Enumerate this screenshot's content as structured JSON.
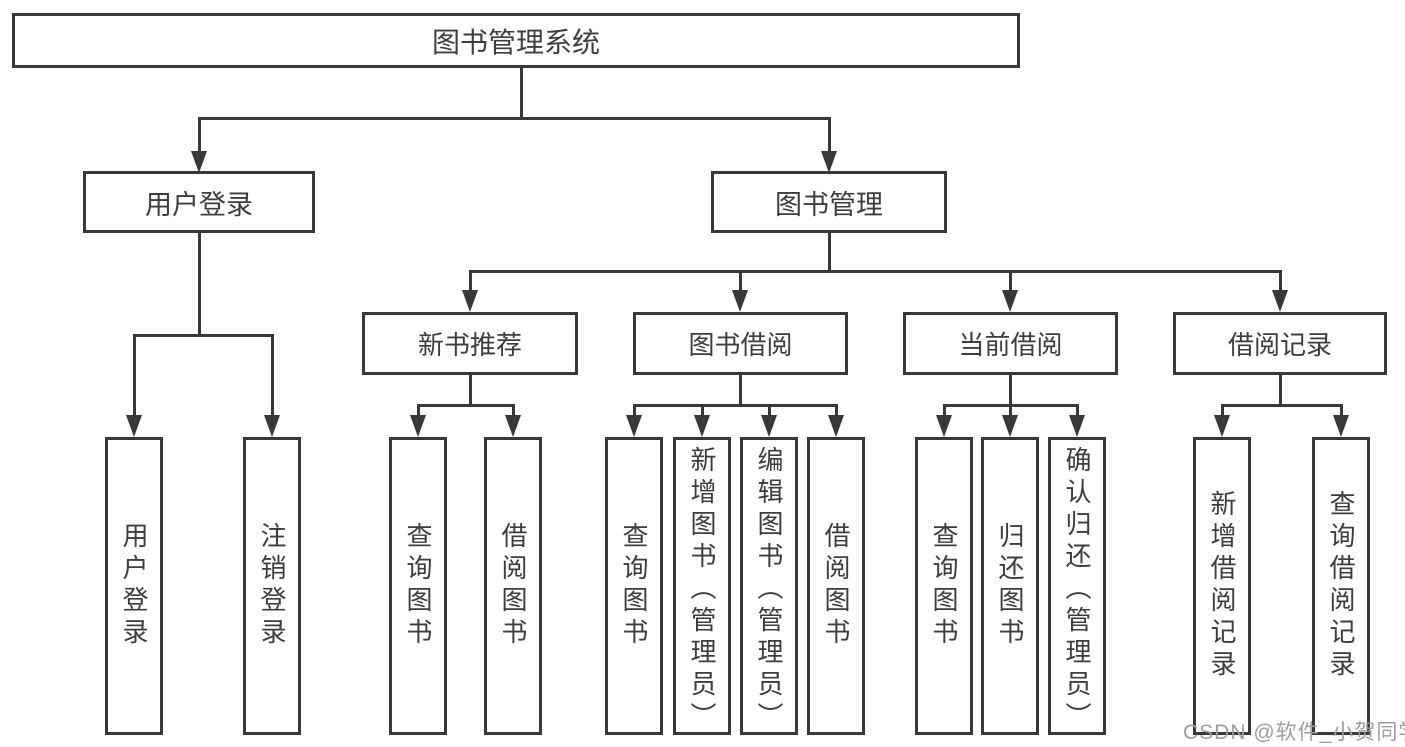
{
  "diagram": {
    "type": "hierarchy-tree",
    "colors": {
      "line": "#383838",
      "text": "#3d3d3d",
      "box_background": "#ffffff",
      "watermark": "#9e9e9e"
    },
    "root": {
      "label": "图书管理系统",
      "children": [
        {
          "label": "用户登录",
          "children": [
            {
              "label": "用户登录"
            },
            {
              "label": "注销登录"
            }
          ]
        },
        {
          "label": "图书管理",
          "children": [
            {
              "label": "新书推荐",
              "children": [
                {
                  "label": "查询图书"
                },
                {
                  "label": "借阅图书"
                }
              ]
            },
            {
              "label": "图书借阅",
              "children": [
                {
                  "label": "查询图书"
                },
                {
                  "label": "新增图书（管理员）"
                },
                {
                  "label": "编辑图书（管理员）"
                },
                {
                  "label": "借阅图书"
                }
              ]
            },
            {
              "label": "当前借阅",
              "children": [
                {
                  "label": "查询图书"
                },
                {
                  "label": "归还图书"
                },
                {
                  "label": "确认归还（管理员）"
                }
              ]
            },
            {
              "label": "借阅记录",
              "children": [
                {
                  "label": "新增借阅记录"
                },
                {
                  "label": "查询借阅记录"
                }
              ]
            }
          ]
        }
      ]
    },
    "watermark": {
      "text": "CSDN @软件_小贺同学"
    }
  }
}
